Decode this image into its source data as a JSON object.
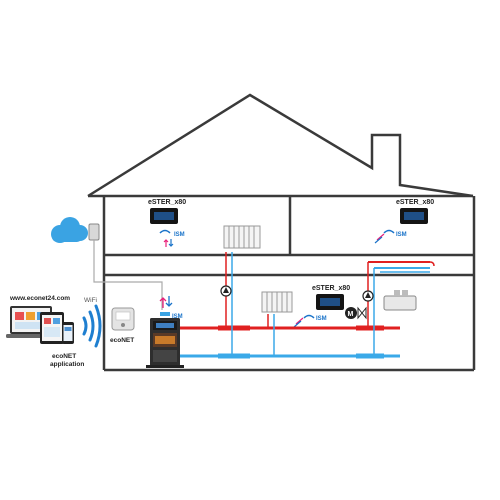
{
  "website": "www.econet24.com",
  "wifi_label": "WiFi",
  "app_label_line1": "ecoNET",
  "app_label_line2": "application",
  "module_label": "ecoNET",
  "thermostats": [
    {
      "name": "eSTER_x80",
      "module": "ISM",
      "floor": "upper-left"
    },
    {
      "name": "eSTER_x80",
      "module": "ISM",
      "floor": "upper-right"
    },
    {
      "name": "eSTER_x80",
      "module": "ISM",
      "floor": "ground"
    }
  ],
  "boiler_module": "ISM",
  "colors": {
    "house_outline": "#3a3a3a",
    "supply_pipe": "#e02020",
    "return_pipe": "#3aa9e8",
    "cloud": "#3aa3e3",
    "ism_blue": "#1a73c9",
    "signal_pink": "#e8207a"
  }
}
